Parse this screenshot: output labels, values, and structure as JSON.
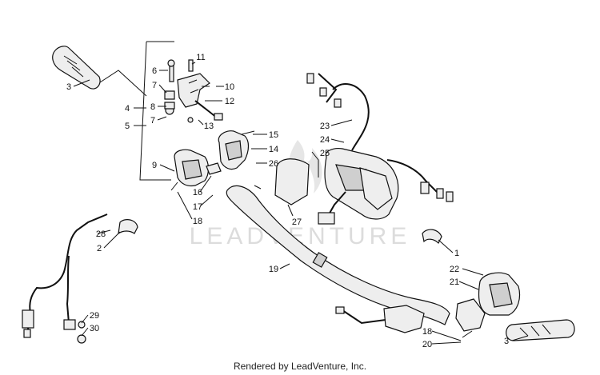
{
  "watermark": "LEADVENTURE",
  "footer": "Rendered by LeadVenture, Inc.",
  "callouts": [
    {
      "id": "c1",
      "text": "3"
    },
    {
      "id": "c2",
      "text": "4"
    },
    {
      "id": "c3",
      "text": "5"
    },
    {
      "id": "c4",
      "text": "6"
    },
    {
      "id": "c5",
      "text": "7"
    },
    {
      "id": "c6",
      "text": "8"
    },
    {
      "id": "c7",
      "text": "7"
    },
    {
      "id": "c8",
      "text": "11"
    },
    {
      "id": "c9",
      "text": "10"
    },
    {
      "id": "c10",
      "text": "12"
    },
    {
      "id": "c11",
      "text": "13"
    },
    {
      "id": "c12",
      "text": "15"
    },
    {
      "id": "c13",
      "text": "14"
    },
    {
      "id": "c14",
      "text": "9"
    },
    {
      "id": "c15",
      "text": "26"
    },
    {
      "id": "c16",
      "text": "16"
    },
    {
      "id": "c17",
      "text": "17"
    },
    {
      "id": "c18",
      "text": "18"
    },
    {
      "id": "c19",
      "text": "23"
    },
    {
      "id": "c20",
      "text": "24"
    },
    {
      "id": "c21",
      "text": "25"
    },
    {
      "id": "c22",
      "text": "27"
    },
    {
      "id": "c23",
      "text": "28"
    },
    {
      "id": "c24",
      "text": "2"
    },
    {
      "id": "c25",
      "text": "1"
    },
    {
      "id": "c26",
      "text": "19"
    },
    {
      "id": "c27",
      "text": "22"
    },
    {
      "id": "c28",
      "text": "21"
    },
    {
      "id": "c29",
      "text": "29"
    },
    {
      "id": "c30",
      "text": "30"
    },
    {
      "id": "c31",
      "text": "18"
    },
    {
      "id": "c32",
      "text": "20"
    },
    {
      "id": "c33",
      "text": "3"
    }
  ]
}
